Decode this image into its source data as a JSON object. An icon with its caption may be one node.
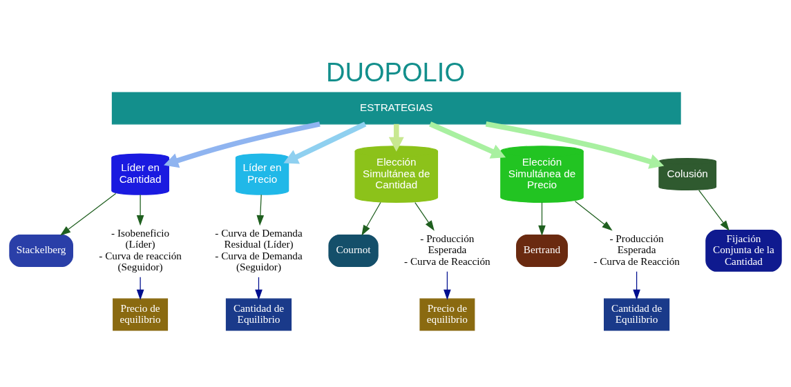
{
  "diagram": {
    "title": "DUOPOLIO",
    "nodes": [
      {
        "text": [
          "ESTRATEGIAS"
        ]
      },
      {
        "text": [
          "Líder en Cantidad"
        ]
      },
      {
        "text": [
          "Líder en Precio"
        ]
      },
      {
        "text": [
          "Elección Simultánea de Cantidad"
        ]
      },
      {
        "text": [
          "Elección Simultánea de Precio"
        ]
      },
      {
        "text": [
          "Colusión"
        ]
      },
      {
        "text": [
          "Stackelberg"
        ]
      },
      {
        "text": [
          "- Isobeneficio (Líder)",
          "- Curva de reacción (Seguidor)"
        ]
      },
      {
        "text": [
          "- Curva de Demanda Residual (Líder)",
          "- Curva de Demanda (Seguidor)"
        ]
      },
      {
        "text": [
          "Cournot"
        ]
      },
      {
        "text": [
          "- Producción Esperada",
          "- Curva de Reacción"
        ]
      },
      {
        "text": [
          "Bertrand"
        ]
      },
      {
        "text": [
          "- Producción Esperada",
          "- Curva de Reacción"
        ]
      },
      {
        "text": [
          "Fijación Conjunta de la Cantidad"
        ]
      },
      {
        "text": [
          "Precio de equilibrio"
        ]
      },
      {
        "text": [
          "Cantidad de Equilibrio"
        ]
      },
      {
        "text": [
          "Precio de equilibrio"
        ]
      },
      {
        "text": [
          "Cantidad de Equilibrio"
        ]
      }
    ],
    "edges": [
      {
        "from": 0,
        "to": 1,
        "arrow": "to",
        "style": "thick",
        "color": "#8fb4f0"
      },
      {
        "from": 0,
        "to": 2,
        "arrow": "to",
        "style": "thick",
        "color": "#8fd0f0"
      },
      {
        "from": 0,
        "to": 3,
        "arrow": "to",
        "style": "thick",
        "color": "#c8e890"
      },
      {
        "from": 0,
        "to": 4,
        "arrow": "to",
        "style": "thick",
        "color": "#a8f0a0"
      },
      {
        "from": 0,
        "to": 5,
        "arrow": "to",
        "style": "thick",
        "color": "#a8f0a0"
      },
      {
        "from": 1,
        "to": 6,
        "arrow": "to"
      },
      {
        "from": 1,
        "to": 7,
        "arrow": "to"
      },
      {
        "from": 2,
        "to": 8,
        "arrow": "to"
      },
      {
        "from": 3,
        "to": 9,
        "arrow": "to"
      },
      {
        "from": 3,
        "to": 10,
        "arrow": "to"
      },
      {
        "from": 4,
        "to": 11,
        "arrow": "to"
      },
      {
        "from": 4,
        "to": 12,
        "arrow": "to"
      },
      {
        "from": 5,
        "to": 13,
        "arrow": "to"
      },
      {
        "from": 7,
        "to": 14,
        "arrow": "to",
        "color": "#000f8f"
      },
      {
        "from": 8,
        "to": 15,
        "arrow": "to",
        "color": "#000f8f"
      },
      {
        "from": 10,
        "to": 16,
        "arrow": "to",
        "color": "#000f8f"
      },
      {
        "from": 12,
        "to": 17,
        "arrow": "to",
        "color": "#000f8f"
      }
    ]
  }
}
